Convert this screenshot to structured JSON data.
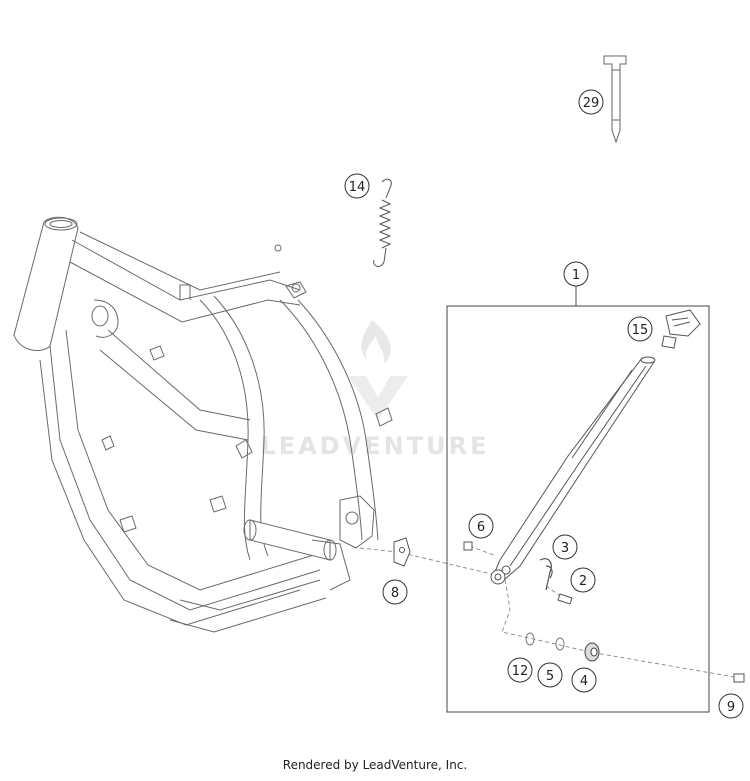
{
  "watermark": {
    "brand": "LEADVENTURE"
  },
  "callouts": [
    {
      "id": "29",
      "label": "29"
    },
    {
      "id": "14",
      "label": "14"
    },
    {
      "id": "1",
      "label": "1"
    },
    {
      "id": "15",
      "label": "15"
    },
    {
      "id": "6",
      "label": "6"
    },
    {
      "id": "3",
      "label": "3"
    },
    {
      "id": "2",
      "label": "2"
    },
    {
      "id": "8",
      "label": "8"
    },
    {
      "id": "12",
      "label": "12"
    },
    {
      "id": "5",
      "label": "5"
    },
    {
      "id": "4",
      "label": "4"
    },
    {
      "id": "9",
      "label": "9"
    }
  ],
  "footer": {
    "text": "Rendered by LeadVenture, Inc."
  },
  "colors": {
    "line": "#3a3a3a",
    "light": "#9a9a9a",
    "watermark": "#e6e6e6"
  }
}
